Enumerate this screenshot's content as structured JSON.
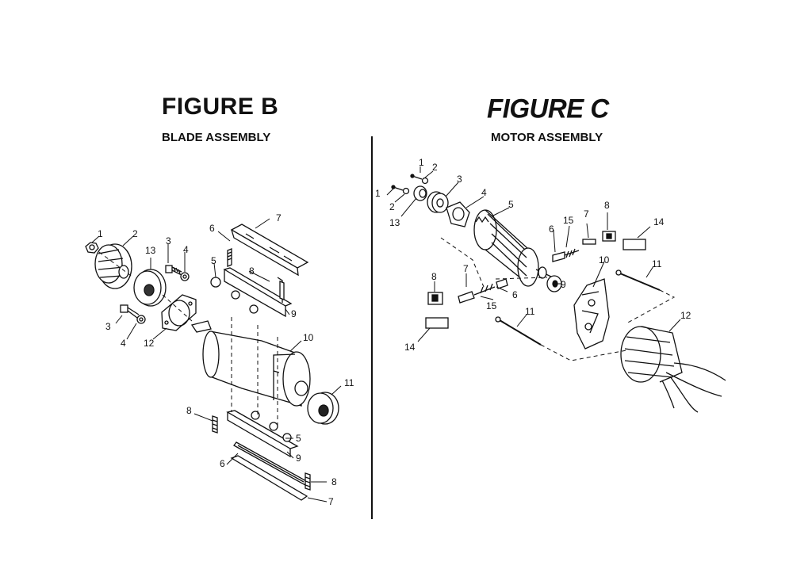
{
  "figure_b": {
    "title": "FIGURE B",
    "subtitle": "BLADE ASSEMBLY",
    "callouts": {
      "n1": "1",
      "n2": "2",
      "n3a": "3",
      "n4a": "4",
      "n13": "13",
      "n3b": "3",
      "n4b": "4",
      "n12": "12",
      "n7a": "7",
      "n6a": "6",
      "n5a": "5",
      "n8a": "8",
      "n9a": "9",
      "n10": "10",
      "n11": "11",
      "n8b": "8",
      "n5b": "5",
      "n9b": "9",
      "n6b": "6",
      "n8c": "8",
      "n7b": "7"
    }
  },
  "figure_c": {
    "title": "FIGURE C",
    "subtitle": "MOTOR ASSEMBLY",
    "callouts": {
      "n1a": "1",
      "n2a": "2",
      "n1b": "1",
      "n2b": "2",
      "n13": "13",
      "n3": "3",
      "n4": "4",
      "n5": "5",
      "n15a": "15",
      "n7a": "7",
      "n8a": "8",
      "n6a": "6",
      "n14a": "14",
      "n9": "9",
      "n10": "10",
      "n11a": "11",
      "n7b": "7",
      "n8b": "8",
      "n15b": "15",
      "n6b": "6",
      "n11b": "11",
      "n12": "12",
      "n14b": "14"
    }
  }
}
